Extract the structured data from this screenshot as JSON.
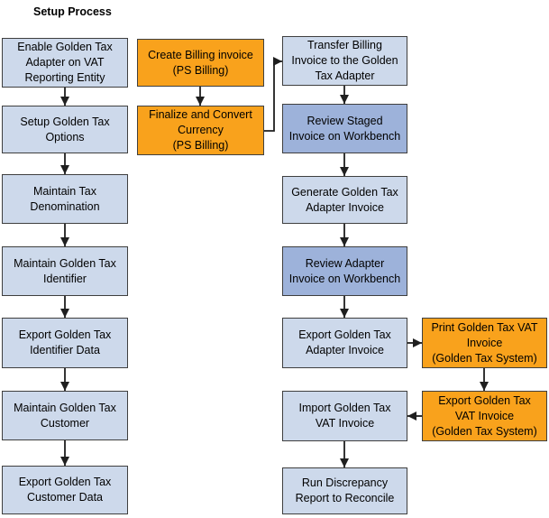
{
  "title": "Setup Process",
  "colors": {
    "background": "#ffffff",
    "text": "#000000",
    "node_light_blue": "#cdd9eb",
    "node_dark_blue": "#9db2da",
    "node_orange": "#f9a21c",
    "node_border": "#3f3f3f",
    "arrow": "#1f1f1f"
  },
  "columns": {
    "setup": {
      "boxes": [
        {
          "label": "Enable Golden Tax\nAdapter on VAT\nReporting Entity",
          "style": "light-blue"
        },
        {
          "label": "Setup Golden Tax\nOptions",
          "style": "light-blue"
        },
        {
          "label": "Maintain Tax\nDenomination",
          "style": "light-blue"
        },
        {
          "label": "Maintain Golden Tax\nIdentifier",
          "style": "light-blue"
        },
        {
          "label": "Export Golden Tax\nIdentifier Data",
          "style": "light-blue"
        },
        {
          "label": "Maintain Golden Tax\nCustomer",
          "style": "light-blue"
        },
        {
          "label": "Export Golden Tax\nCustomer Data",
          "style": "light-blue"
        }
      ]
    },
    "billing": {
      "boxes": [
        {
          "label": "Create Billing invoice\n(PS Billing)",
          "style": "orange"
        },
        {
          "label": "Finalize and Convert\nCurrency\n(PS Billing)",
          "style": "orange"
        }
      ]
    },
    "adapter": {
      "boxes": [
        {
          "label": "Transfer Billing\nInvoice to the Golden\nTax Adapter",
          "style": "light-blue"
        },
        {
          "label": "Review Staged\nInvoice on Workbench",
          "style": "dark-blue"
        },
        {
          "label": "Generate Golden Tax\nAdapter Invoice",
          "style": "light-blue"
        },
        {
          "label": "Review Adapter\nInvoice on Workbench",
          "style": "dark-blue"
        },
        {
          "label": "Export Golden Tax\nAdapter Invoice",
          "style": "light-blue"
        },
        {
          "label": "Import Golden Tax\nVAT Invoice",
          "style": "light-blue"
        },
        {
          "label": "Run Discrepancy\nReport to Reconcile",
          "style": "light-blue"
        }
      ]
    },
    "golden_tax_system": {
      "boxes": [
        {
          "label": "Print Golden Tax VAT\nInvoice\n(Golden Tax System)",
          "style": "orange"
        },
        {
          "label": "Export Golden Tax\nVAT Invoice\n(Golden Tax System)",
          "style": "orange"
        }
      ]
    }
  }
}
